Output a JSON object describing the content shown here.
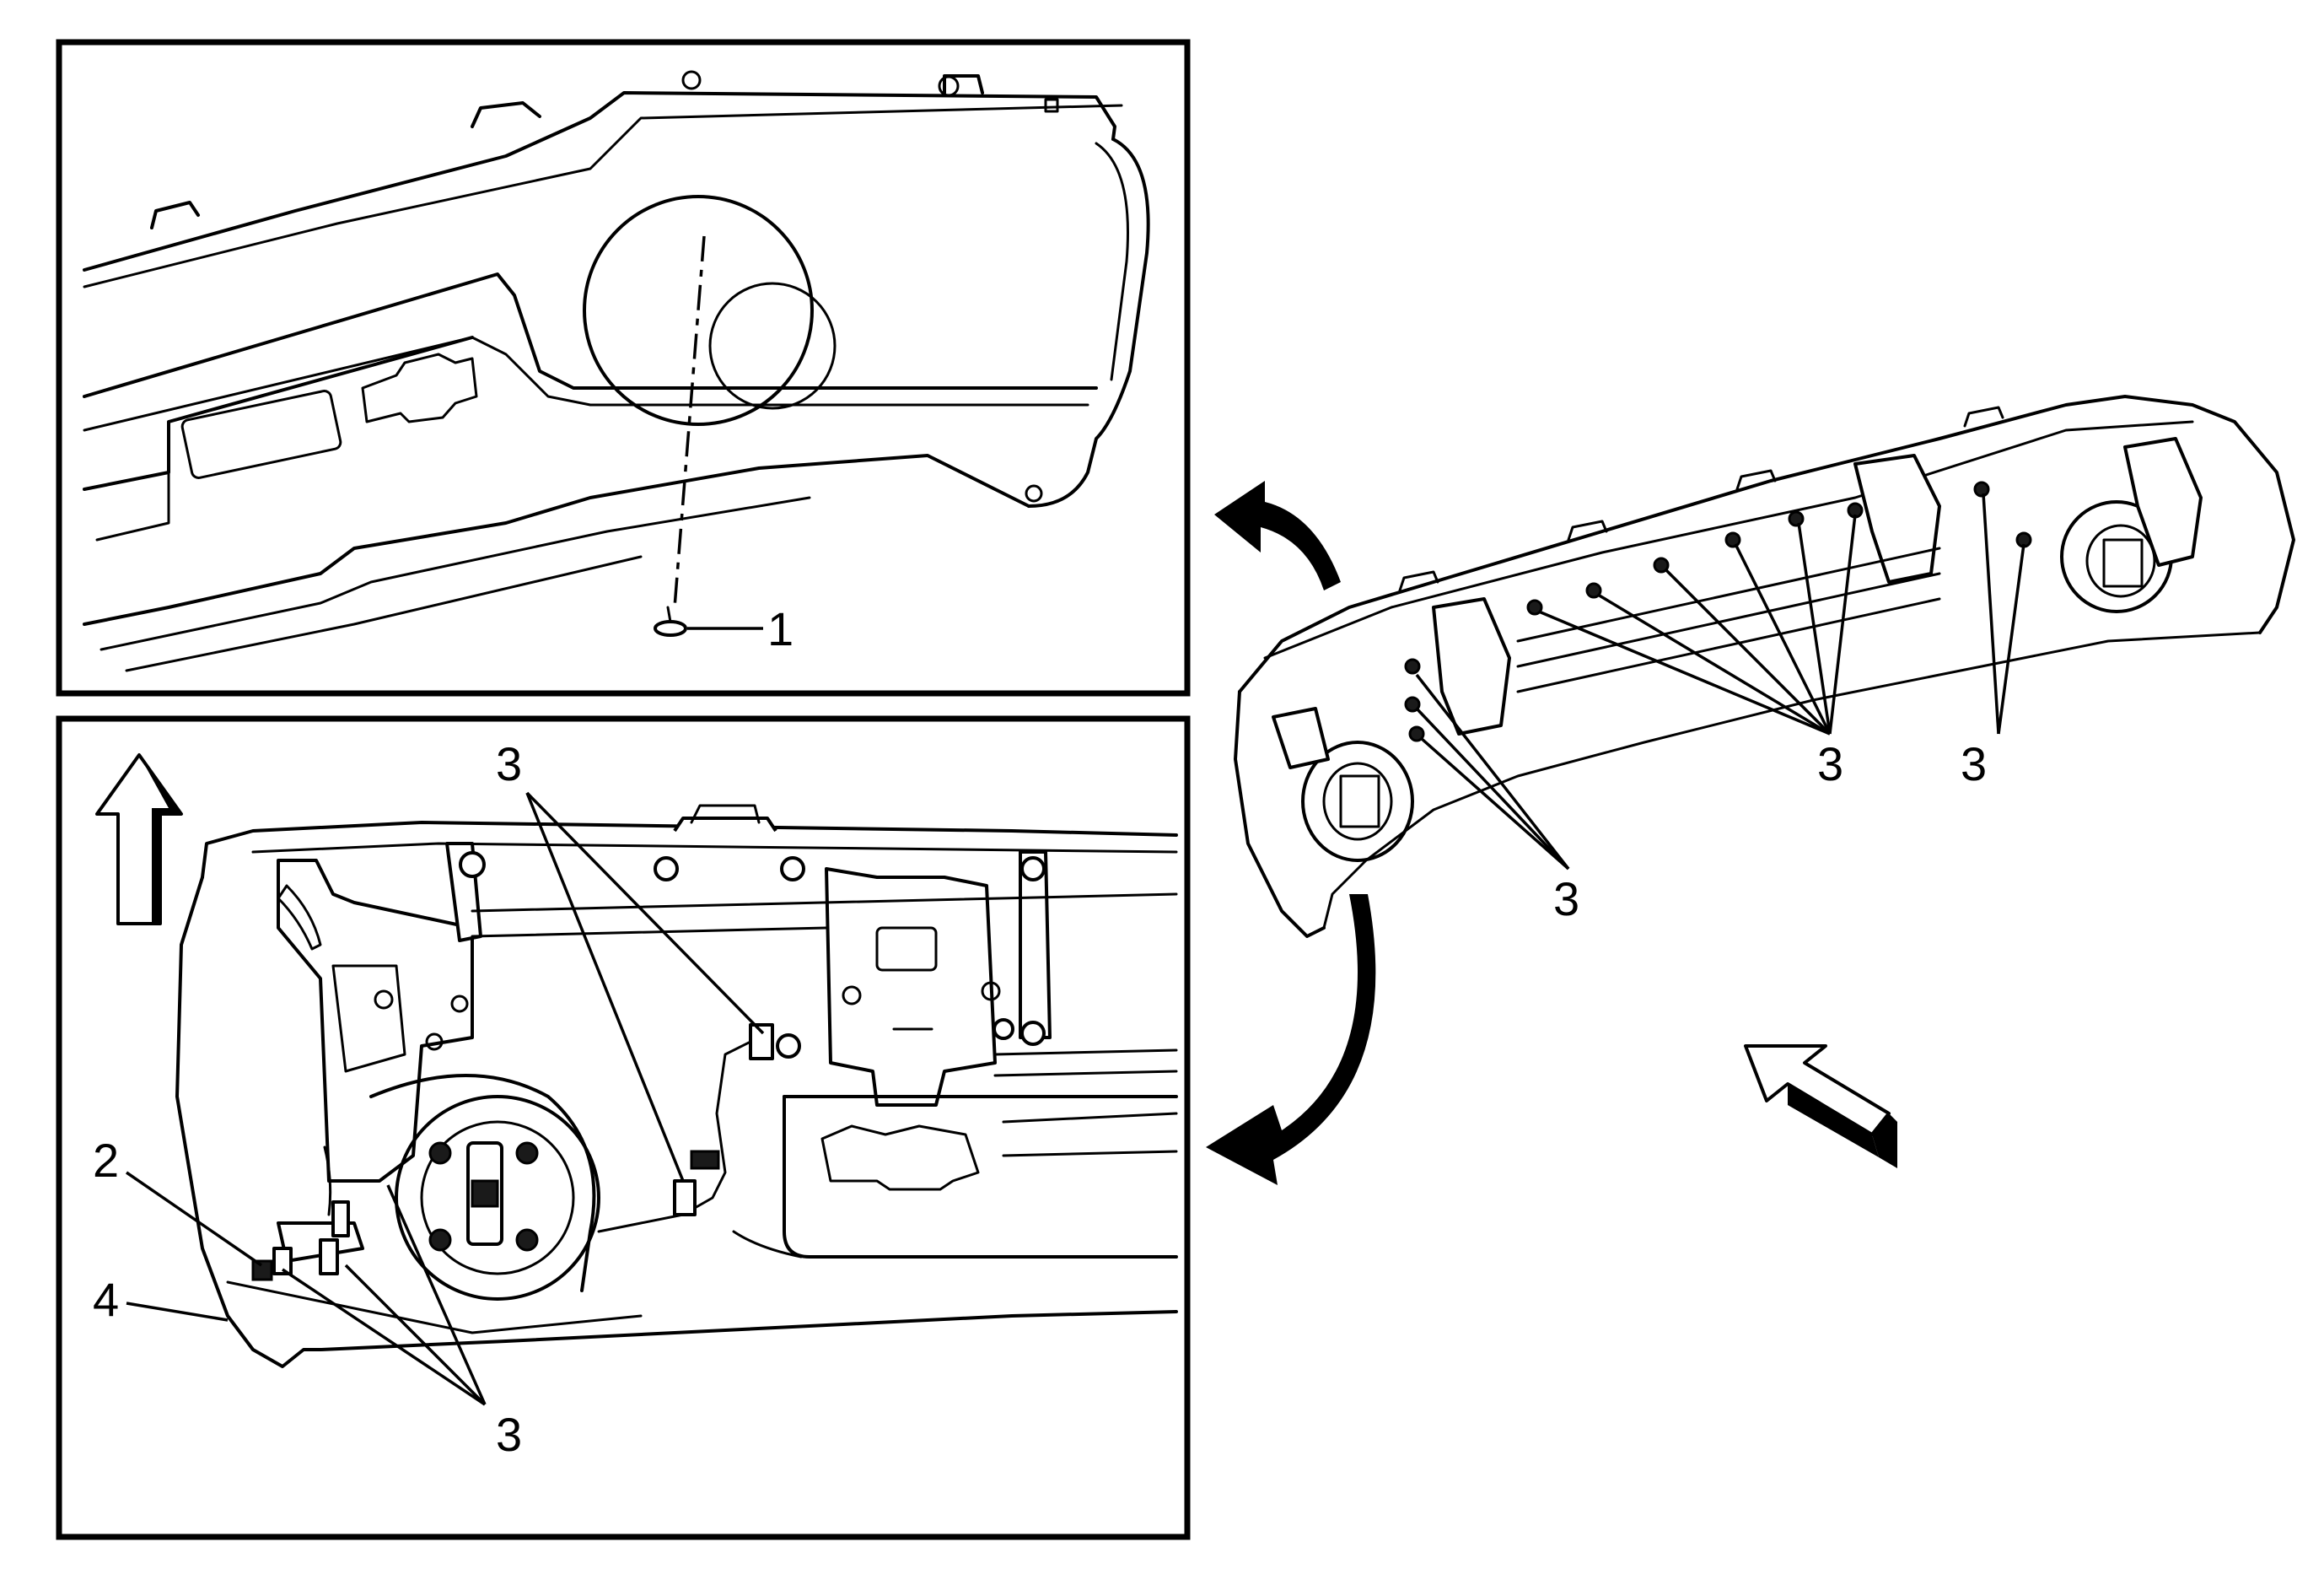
{
  "callouts": {
    "one": "1",
    "two": "2",
    "three": "3",
    "four": "4"
  },
  "colors": {
    "line": "#000000",
    "background": "#ffffff"
  }
}
